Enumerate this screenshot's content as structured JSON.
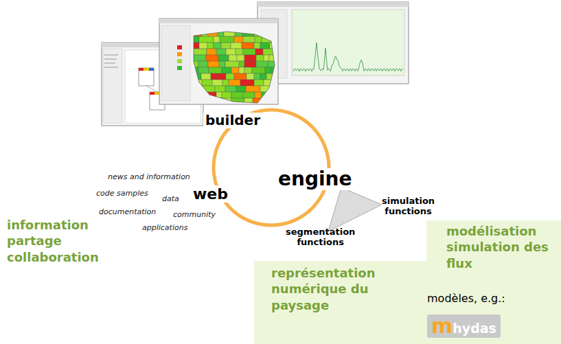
{
  "diagram": {
    "nodes": [
      {
        "text": [
          "représentation numérique du paysage"
        ]
      },
      {
        "text": [
          "modélisation simulation des flux",
          "modèles, e.g.:"
        ]
      },
      {
        "text": [
          "mhydas"
        ],
        "in": 1
      }
    ],
    "labels": [
      "builder",
      "engine",
      "web",
      "news and information",
      "code samples",
      "data",
      "documentation",
      "community",
      "applications",
      "simulation functions",
      "segmentation functions",
      "information partage collaboration"
    ]
  }
}
